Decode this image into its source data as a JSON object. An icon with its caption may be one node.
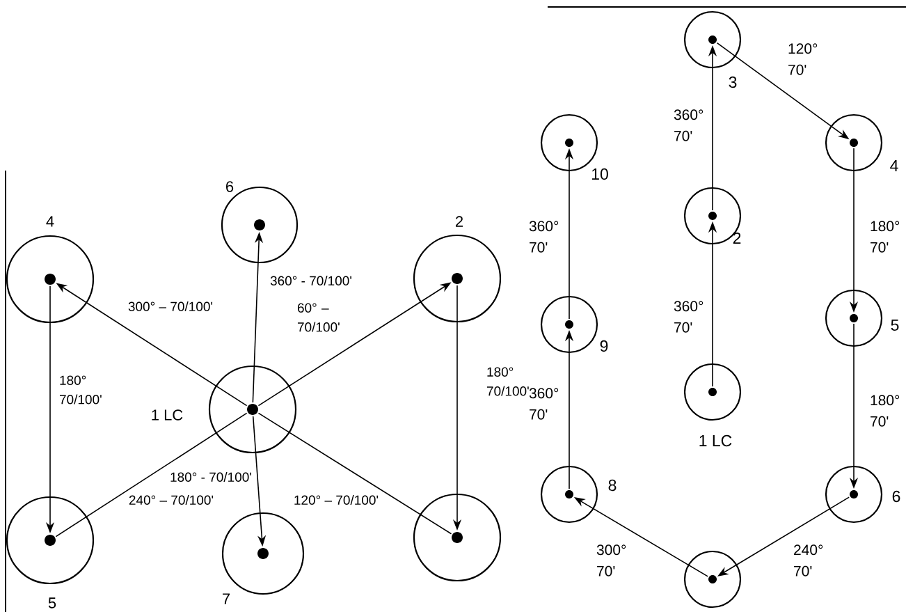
{
  "diagram": {
    "nodes": [
      {
        "text": [
          "4"
        ]
      },
      {
        "text": [
          "6"
        ]
      },
      {
        "text": [
          "2"
        ]
      },
      {
        "text": [
          "1 LC"
        ]
      },
      {
        "text": [
          "5"
        ]
      },
      {
        "text": [
          "7"
        ]
      },
      {
        "text": [],
        "shape": "circle"
      },
      {
        "text": [
          "3"
        ]
      },
      {
        "text": [
          "10"
        ]
      },
      {
        "text": [
          "4"
        ]
      },
      {
        "text": [
          "2"
        ]
      },
      {
        "text": [
          "9"
        ]
      },
      {
        "text": [
          "5"
        ]
      },
      {
        "text": [
          "1 LC"
        ]
      },
      {
        "text": [
          "8"
        ]
      },
      {
        "text": [
          "6"
        ]
      },
      {
        "text": [],
        "shape": "circle"
      }
    ],
    "edges": [
      {
        "from": 3,
        "to": 0,
        "arrow": "to",
        "label": "300° – 70/100'"
      },
      {
        "from": 3,
        "to": 1,
        "arrow": "to",
        "label": "360° - 70/100'"
      },
      {
        "from": 3,
        "to": 2,
        "arrow": "to",
        "label": "60° – 70/100'"
      },
      {
        "from": 0,
        "to": 4,
        "arrow": "to",
        "label": "180° 70/100'"
      },
      {
        "from": 2,
        "to": 6,
        "arrow": "to",
        "label": "180° 70/100'"
      },
      {
        "from": 3,
        "to": 5,
        "arrow": "to",
        "label": "180° - 70/100'"
      },
      {
        "from": 3,
        "to": 4,
        "arrow": "none",
        "label": "240° – 70/100'"
      },
      {
        "from": 3,
        "to": 6,
        "arrow": "none",
        "label": "120° – 70/100'"
      },
      {
        "from": 13,
        "to": 10,
        "arrow": "to",
        "label": "360° 70'"
      },
      {
        "from": 10,
        "to": 7,
        "arrow": "to",
        "label": "360° 70'"
      },
      {
        "from": 7,
        "to": 9,
        "arrow": "to",
        "label": "120° 70'"
      },
      {
        "from": 9,
        "to": 12,
        "arrow": "to",
        "label": "180° 70'"
      },
      {
        "from": 12,
        "to": 15,
        "arrow": "to",
        "label": "180° 70'"
      },
      {
        "from": 15,
        "to": 16,
        "arrow": "to",
        "label": "240° 70'"
      },
      {
        "from": 16,
        "to": 14,
        "arrow": "to",
        "label": "300° 70'"
      },
      {
        "from": 14,
        "to": 11,
        "arrow": "to",
        "label": "360° 70'"
      },
      {
        "from": 11,
        "to": 8,
        "arrow": "to",
        "label": "360° 70'"
      }
    ]
  }
}
